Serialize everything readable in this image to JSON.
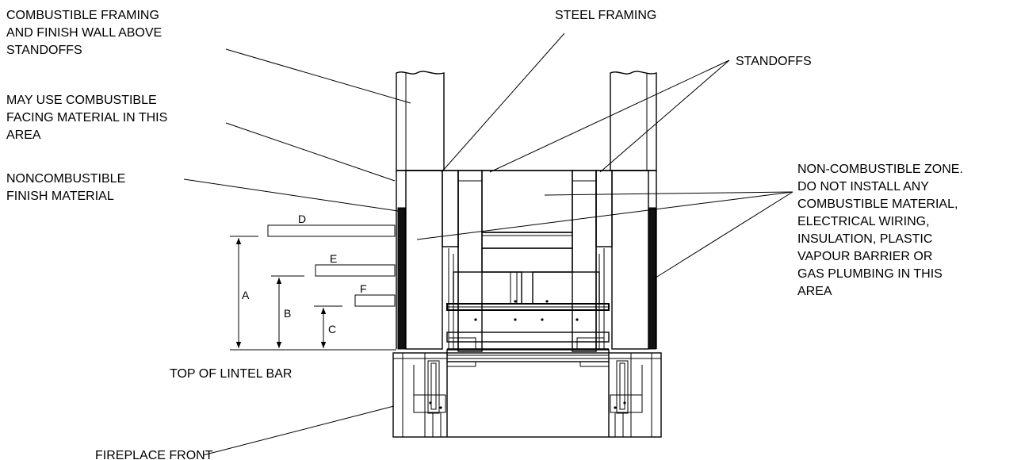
{
  "labels": {
    "combustible_framing": [
      "COMBUSTIBLE FRAMING",
      "AND FINISH WALL ABOVE",
      "STANDOFFS"
    ],
    "combustible_facing": [
      "MAY USE COMBUSTIBLE",
      "FACING MATERIAL IN THIS",
      "AREA"
    ],
    "noncombustible_finish": [
      "NONCOMBUSTIBLE",
      "FINISH MATERIAL"
    ],
    "steel_framing": "STEEL FRAMING",
    "standoffs": "STANDOFFS",
    "noncombustible_zone": [
      "NON-COMBUSTIBLE ZONE.",
      "DO NOT INSTALL ANY",
      "COMBUSTIBLE MATERIAL,",
      "ELECTRICAL WIRING,",
      "INSULATION, PLASTIC",
      "VAPOUR BARRIER  OR",
      "GAS PLUMBING IN THIS",
      "AREA"
    ],
    "lintel": "TOP OF LINTEL BAR",
    "fireplace_front": "FIREPLACE FRONT"
  },
  "dimensions": {
    "a": "A",
    "b": "B",
    "c": "C",
    "d": "D",
    "e": "E",
    "f": "F"
  }
}
